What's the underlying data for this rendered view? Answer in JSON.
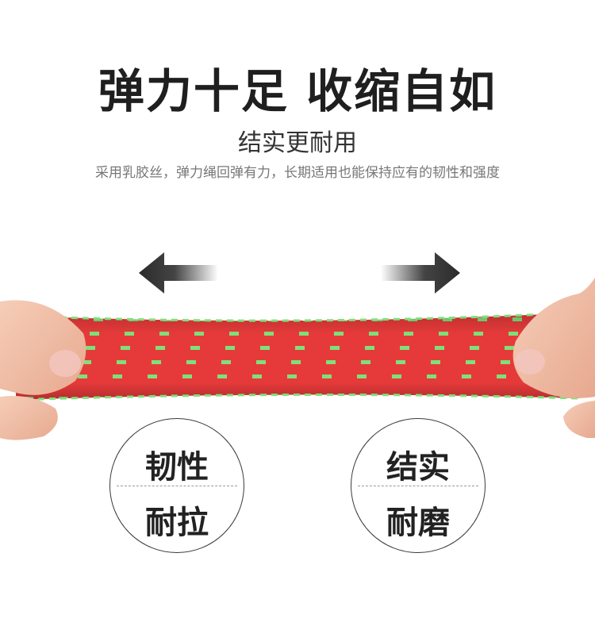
{
  "headline": "弹力十足 收缩自如",
  "subhead": "结实更耐用",
  "description": "采用乳胶丝，弹力绳回弹有力，长期适用也能保持应有的韧性和强度",
  "icons": {
    "left": "arrow-left-icon",
    "right": "arrow-right-icon"
  },
  "colors": {
    "strap_red": "#e63a3a",
    "strap_green": "#7fe07a",
    "text_dark": "#1f1f1f"
  },
  "badges": [
    {
      "top": "韧性",
      "bottom": "耐拉"
    },
    {
      "top": "结实",
      "bottom": "耐磨"
    }
  ]
}
